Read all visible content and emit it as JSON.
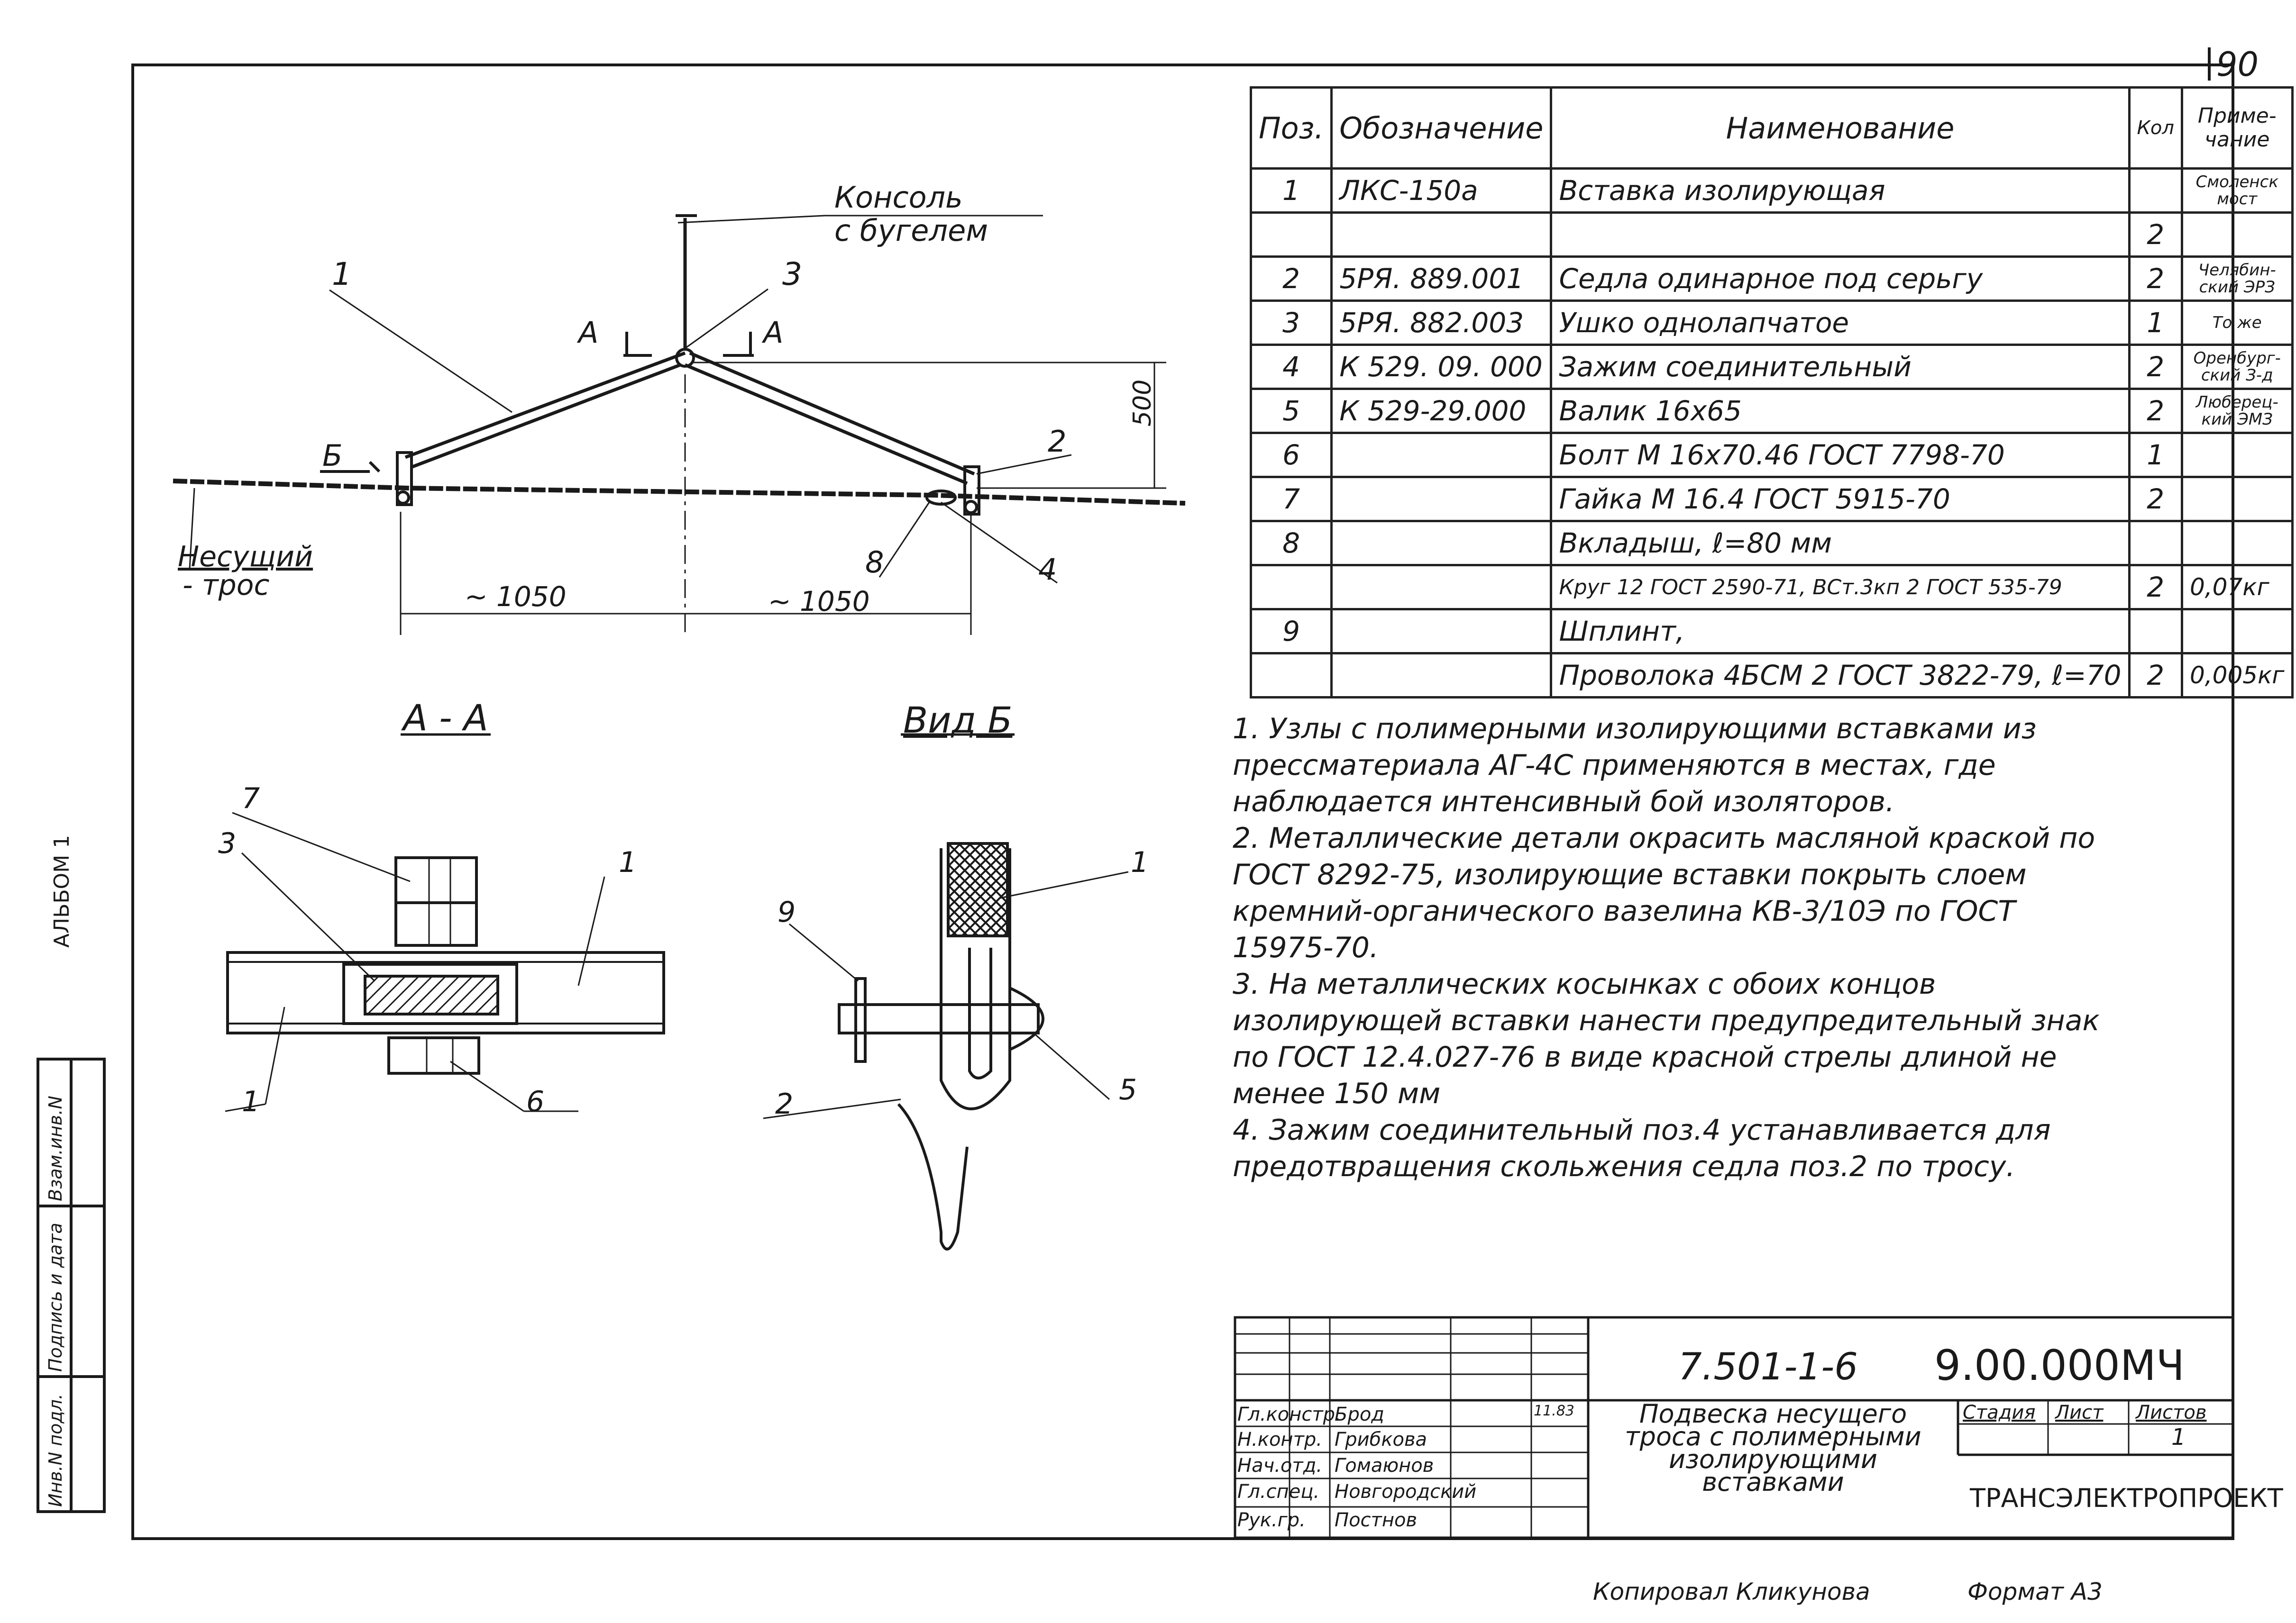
{
  "sheet": {
    "corner_number": "90",
    "side_album": "АЛЬБОМ 1",
    "side_stamps": [
      "Инв.N подл.",
      "Подпись и дата",
      "Взам.инв.N"
    ],
    "footer_copied": "Копировал Кликунова",
    "footer_format": "Формат А3"
  },
  "main_view": {
    "console_label_1": "Консоль",
    "console_label_2": "с бугелем",
    "section_mark": "А",
    "view_mark": "Б",
    "dim_height": "500",
    "dim_left": "~ 1050",
    "dim_right": "~ 1050",
    "carrier_label_1": "Несущий",
    "carrier_label_2": "- трос",
    "pos_1": "1",
    "pos_2": "2",
    "pos_3": "3",
    "pos_4": "4",
    "pos_8": "8"
  },
  "section_aa": {
    "title": "А - А",
    "pos_7": "7",
    "pos_3": "3",
    "pos_1a": "1",
    "pos_1b": "1",
    "pos_6": "6"
  },
  "view_b": {
    "title": "Вид Б",
    "pos_9": "9",
    "pos_1": "1",
    "pos_2": "2",
    "pos_5": "5"
  },
  "spec": {
    "headers": [
      "Поз.",
      "Обозначение",
      "Наименование",
      "Кол",
      "Приме-чание"
    ],
    "rows": [
      {
        "pos": "1",
        "code": "ЛКС-150а",
        "name": "Вставка изолирующая",
        "qty": "",
        "note": "Смоленск мост"
      },
      {
        "pos": "",
        "code": "",
        "name": "",
        "qty": "2",
        "note": ""
      },
      {
        "pos": "2",
        "code": "5РЯ. 889.001",
        "name": "Седла одинарное под серьгу",
        "qty": "2",
        "note": "Челябин-ский ЭРЗ"
      },
      {
        "pos": "3",
        "code": "5РЯ. 882.003",
        "name": "Ушко однолапчатое",
        "qty": "1",
        "note": "То же"
      },
      {
        "pos": "4",
        "code": "К 529. 09. 000",
        "name": "Зажим соединительный",
        "qty": "2",
        "note": "Оренбург-ский З-д"
      },
      {
        "pos": "5",
        "code": "К 529-29.000",
        "name": "Валик 16x65",
        "qty": "2",
        "note": "Люберец-кий ЭМЗ"
      },
      {
        "pos": "6",
        "code": "",
        "name": "Болт М 16х70.46 ГОСТ 7798-70",
        "qty": "1",
        "note": ""
      },
      {
        "pos": "7",
        "code": "",
        "name": "Гайка М 16.4 ГОСТ 5915-70",
        "qty": "2",
        "note": ""
      },
      {
        "pos": "8",
        "code": "",
        "name": "Вкладыш, ℓ=80 мм",
        "qty": "",
        "note": ""
      },
      {
        "pos": "",
        "code": "",
        "name": "Круг 12 ГОСТ 2590-71, ВСт.3кп 2 ГОСТ 535-79",
        "qty": "2",
        "note": "0,07кг"
      },
      {
        "pos": "9",
        "code": "",
        "name": "Шплинт,",
        "qty": "",
        "note": ""
      },
      {
        "pos": "",
        "code": "",
        "name": "Проволока 4БСМ 2 ГОСТ 3822-79, ℓ=70",
        "qty": "2",
        "note": "0,005кг"
      }
    ]
  },
  "notes": [
    "1. Узлы с полимерными изолирующими вставками из прессматериала АГ-4С применяются в местах, где наблюдается интенсивный бой изоляторов.",
    "2. Металлические детали окрасить масляной краской по ГОСТ 8292-75, изолирующие вставки покрыть слоем кремний-органического вазелина КВ-3/10Э по ГОСТ 15975-70.",
    "3. На металлических косынках с обоих концов изолирующей вставки нанести предупредительный знак по ГОСТ 12.4.027-76 в виде красной стрелы длиной не менее 150 мм",
    "4. Зажим соединительный поз.4 устанавливается для предотвращения скольжения седла поз.2 по тросу."
  ],
  "title_block": {
    "doc_code": "7.501-1-6",
    "doc_number": "9.00.000МЧ",
    "title": "Подвеска несущего троса с полимерными изолирующими вставками",
    "stage_label": "Стадия",
    "sheet_label": "Лист",
    "sheets_label": "Листов",
    "sheets_value": "1",
    "company": "ТРАНСЭЛЕКТРОПРОЕКТ",
    "date": "11.83",
    "roles": [
      {
        "role": "Гл.констр.",
        "name": "Брод"
      },
      {
        "role": "Н.контр.",
        "name": "Грибкова"
      },
      {
        "role": "Нач.отд.",
        "name": "Гомаюнов"
      },
      {
        "role": "Гл.спец.",
        "name": "Новгородский"
      },
      {
        "role": "Рук.гр.",
        "name": "Постнов"
      }
    ]
  }
}
